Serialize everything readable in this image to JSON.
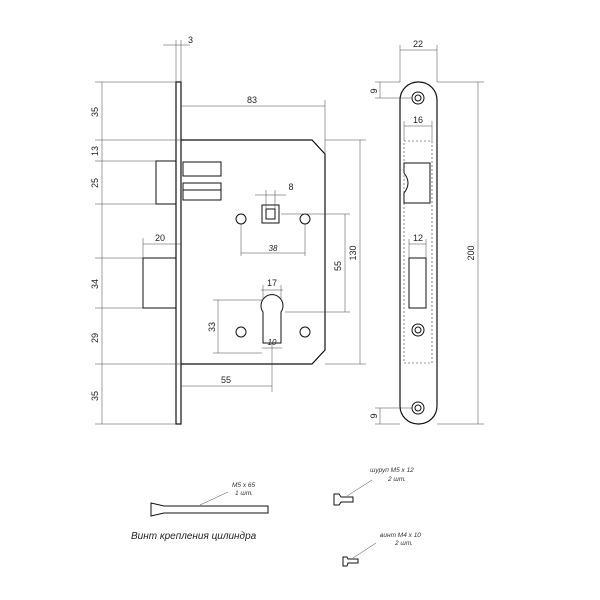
{
  "dimensions": {
    "faceplate_thickness": "3",
    "top_offset": "35",
    "latch_top": "13",
    "latch_height": "25",
    "deadbolt_height": "34",
    "cylinder_offset": "29",
    "bottom_offset": "35",
    "backset_total": "83",
    "spindle_square": "8",
    "screw_spacing": "38",
    "deadbolt_throw": "20",
    "cylinder_width": "17",
    "cylinder_depth": "10",
    "cylinder_height": "33",
    "spindle_to_cylinder": "55",
    "backset": "55",
    "body_height": "130",
    "strike_width": "22",
    "strike_top_hole": "9",
    "strike_latch_width": "16",
    "strike_bolt_width": "12",
    "strike_bottom_hole": "9",
    "strike_height": "200"
  },
  "accessories": {
    "cylinder_screw_spec": "M5 x 65",
    "cylinder_screw_qty": "1 шт.",
    "cylinder_screw_caption": "Винт крепления цилиндра",
    "screw_a_spec": "шуруп M5 x 12",
    "screw_a_qty": "2 шт.",
    "screw_b_spec": "винт M4 x 10",
    "screw_b_qty": "2 шт."
  }
}
